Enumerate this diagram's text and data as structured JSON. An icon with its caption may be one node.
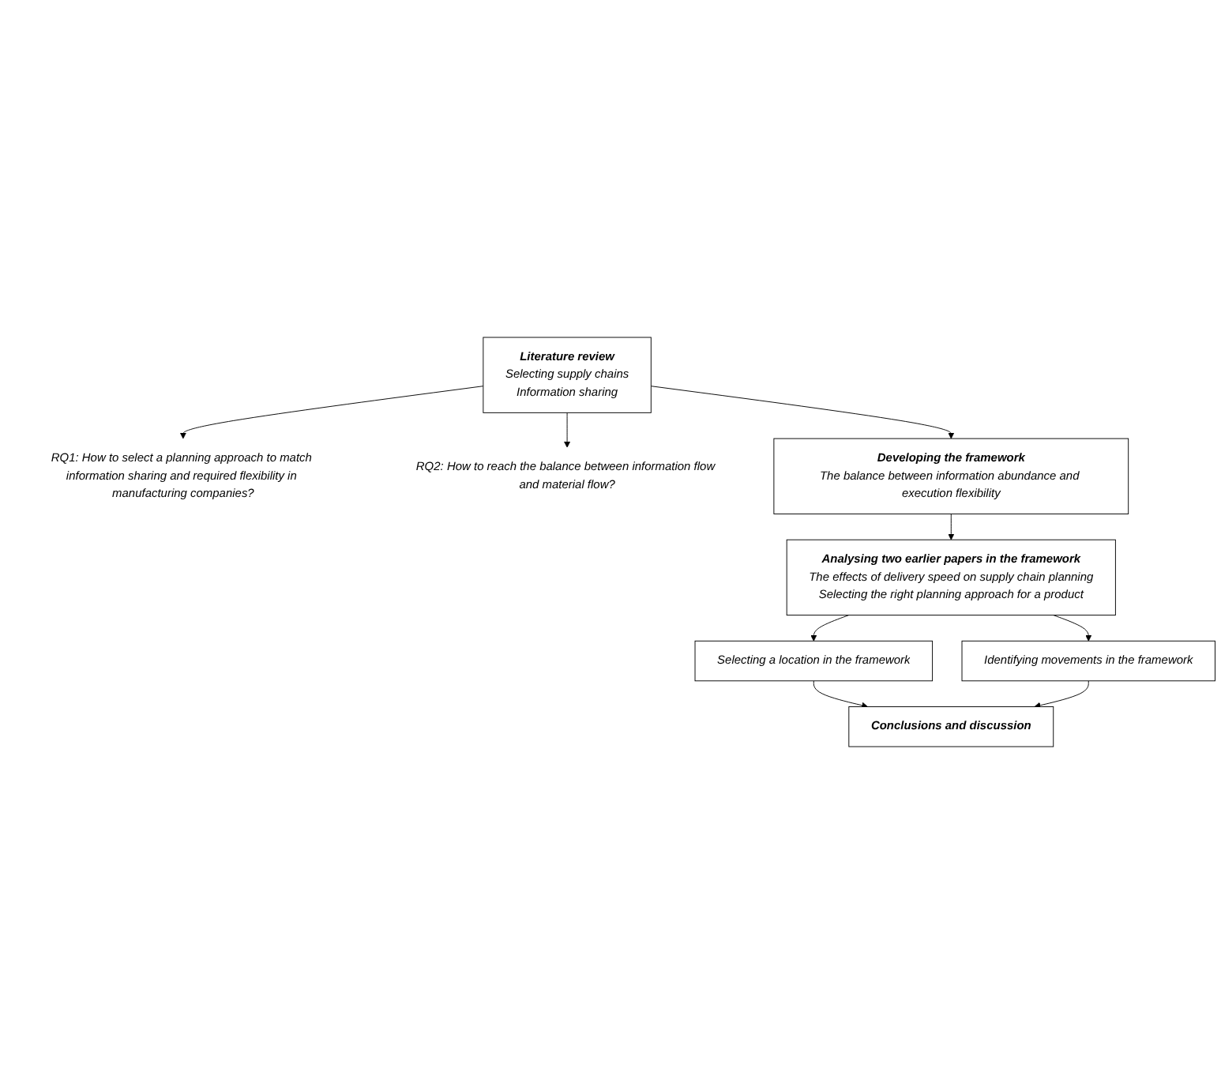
{
  "diagram": {
    "nodes": [
      {
        "text": [
          "Literature review",
          "Selecting supply chains",
          "Information sharing"
        ]
      },
      {
        "text": [
          "RQ1: How to select a planning approach to match information sharing and required flexibility in manufacturing companies?"
        ]
      },
      {
        "text": [
          "RQ2: How to reach the balance between information flow and material flow?"
        ]
      },
      {
        "text": [
          "Developing the framework",
          "The balance between information abundance and execution flexibility"
        ]
      },
      {
        "text": [
          "Analysing two earlier papers in the framework",
          "The effects of delivery speed on supply chain planning",
          "Selecting the right planning approach for a product"
        ]
      },
      {
        "text": [
          "Selecting a location in the framework"
        ]
      },
      {
        "text": [
          "Identifying movements in the framework"
        ]
      },
      {
        "text": [
          "Conclusions and discussion"
        ]
      }
    ],
    "edges": [
      {
        "from": 0,
        "to": 1,
        "arrow": "to"
      },
      {
        "from": 0,
        "to": 2,
        "arrow": "to"
      },
      {
        "from": 0,
        "to": 3,
        "arrow": "to"
      },
      {
        "from": 3,
        "to": 4,
        "arrow": "to"
      },
      {
        "from": 4,
        "to": 5,
        "arrow": "to"
      },
      {
        "from": 4,
        "to": 6,
        "arrow": "to"
      },
      {
        "from": 5,
        "to": 7,
        "arrow": "to"
      },
      {
        "from": 6,
        "to": 7,
        "arrow": "to"
      }
    ]
  }
}
